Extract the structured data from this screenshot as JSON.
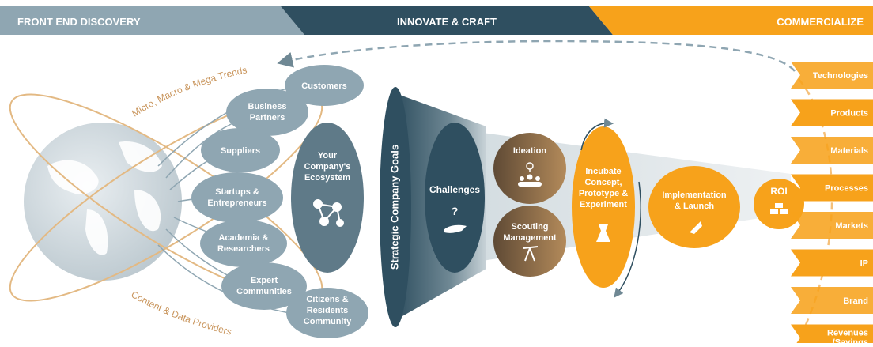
{
  "phases": {
    "front_end_discovery": "FRONT END DISCOVERY",
    "innovate_craft": "INNOVATE & CRAFT",
    "commercialize": "COMMERCIALIZE"
  },
  "arcs": {
    "trends": "Micro, Macro & Mega Trends",
    "providers": "Content & Data Providers"
  },
  "ecosystem": {
    "customers": "Customers",
    "business_partners": [
      "Business",
      "Partners"
    ],
    "suppliers": "Suppliers",
    "startups": [
      "Startups &",
      "Entrepreneurs"
    ],
    "academia": [
      "Academia &",
      "Researchers"
    ],
    "experts": [
      "Expert",
      "Communities"
    ],
    "citizens": [
      "Citizens &",
      "Residents",
      "Community"
    ],
    "your_company": [
      "Your",
      "Company's",
      "Ecosystem"
    ]
  },
  "funnel": {
    "goals": "Strategic Company Goals",
    "challenges": "Challenges",
    "challenges_mark": "?"
  },
  "innovate": {
    "ideation": "Ideation",
    "scouting": [
      "Scouting",
      "Management"
    ],
    "incubate": [
      "Incubate",
      "Concept,",
      "Prototype &",
      "Experiment"
    ],
    "implementation": [
      "Implementation",
      "& Launch"
    ],
    "roi": "ROI"
  },
  "outcomes": [
    "Technologies",
    "Products",
    "Materials",
    "Processes",
    "Markets",
    "IP",
    "Brand",
    [
      "Revenues",
      "/Savings"
    ]
  ],
  "colors": {
    "navy": "#2f4f60",
    "orange": "#f7a21b",
    "grey_blue": "#8fa6b2",
    "brown": "#7a5a3c"
  }
}
